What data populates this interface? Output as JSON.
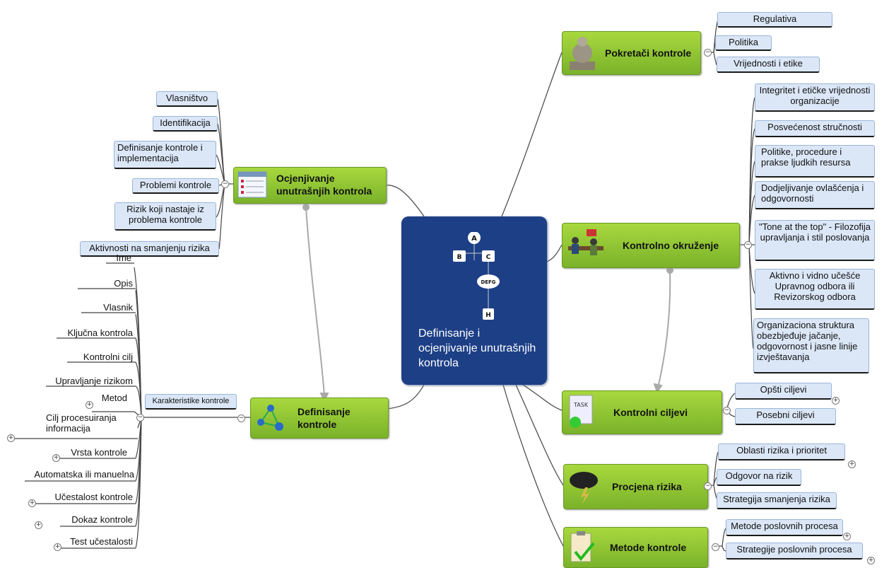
{
  "center": {
    "title": "Definisanje i ocjenjivanje unutrašnjih kontrola",
    "logo": {
      "a": "A",
      "b": "B",
      "c": "C",
      "defg": "DEFG",
      "h": "H"
    }
  },
  "nodes": {
    "pokretaci": "Pokretači kontrole",
    "ocjenjivanje": "Ocjenjivanje unutrašnjih kontrola",
    "okruzenje": "Kontrolno okruženje",
    "definisanje": "Definisanje kontrole",
    "ciljevi": "Kontrolni ciljevi",
    "procjena": "Procjena rizika",
    "metode": "Metode kontrole"
  },
  "leaves": {
    "pokretaci": [
      "Regulativa",
      "Politika",
      "Vrijednosti i etike"
    ],
    "ocjenjivanje": [
      "Vlasništvo",
      "Identifikacija",
      "Definisanje kontrole i implementacija",
      "Problemi kontrole",
      "Rizik koji nastaje iz problema kontrole",
      "Aktivnosti na smanjenju rizika"
    ],
    "okruzenje": [
      "Integritet i etičke vrijednosti organizacije",
      "Posvećenost stručnosti",
      "Politike, procedure i prakse ljudkih resursa",
      "Dodjeljivanje ovlašćenja i odgovornosti",
      "\"Tone at the top\"  - Filozofija upravljanja i stil poslovanja",
      "Aktivno i vidno učešće Upravnog odbora ili Revizorskog odbora",
      "Organizaciona struktura obezbjeđuje jačanje, odgovornost i jasne linije izvještavanja"
    ],
    "ciljevi": [
      "Opšti ciljevi",
      "Posebni ciljevi"
    ],
    "procjena": [
      "Oblasti rizika i prioritet",
      "Odgovor na rizik",
      "Strategija smanjenja rizika"
    ],
    "metode": [
      "Metode poslovnih procesa",
      "Strategije poslovnih procesa"
    ],
    "karakteristike_label": "Karakteristike kontrole",
    "karakteristike": [
      "Ime",
      "Opis",
      "Vlasnik",
      "Ključna kontrola",
      "Kontrolni cilj",
      "Upravljanje rizikom",
      "Metod",
      "Cilj procesuiranja informacija",
      "Vrsta kontrole",
      "Automatska ili manuelna",
      "Učestalost kontrole",
      "Dokaz kontrole",
      "Test učestalosti"
    ]
  },
  "toggles": {
    "collapse": "−",
    "expand": "+"
  },
  "colors": {
    "center": "#1d3f86",
    "node": "#8dc63f",
    "leaf": "#dbe7f7"
  }
}
